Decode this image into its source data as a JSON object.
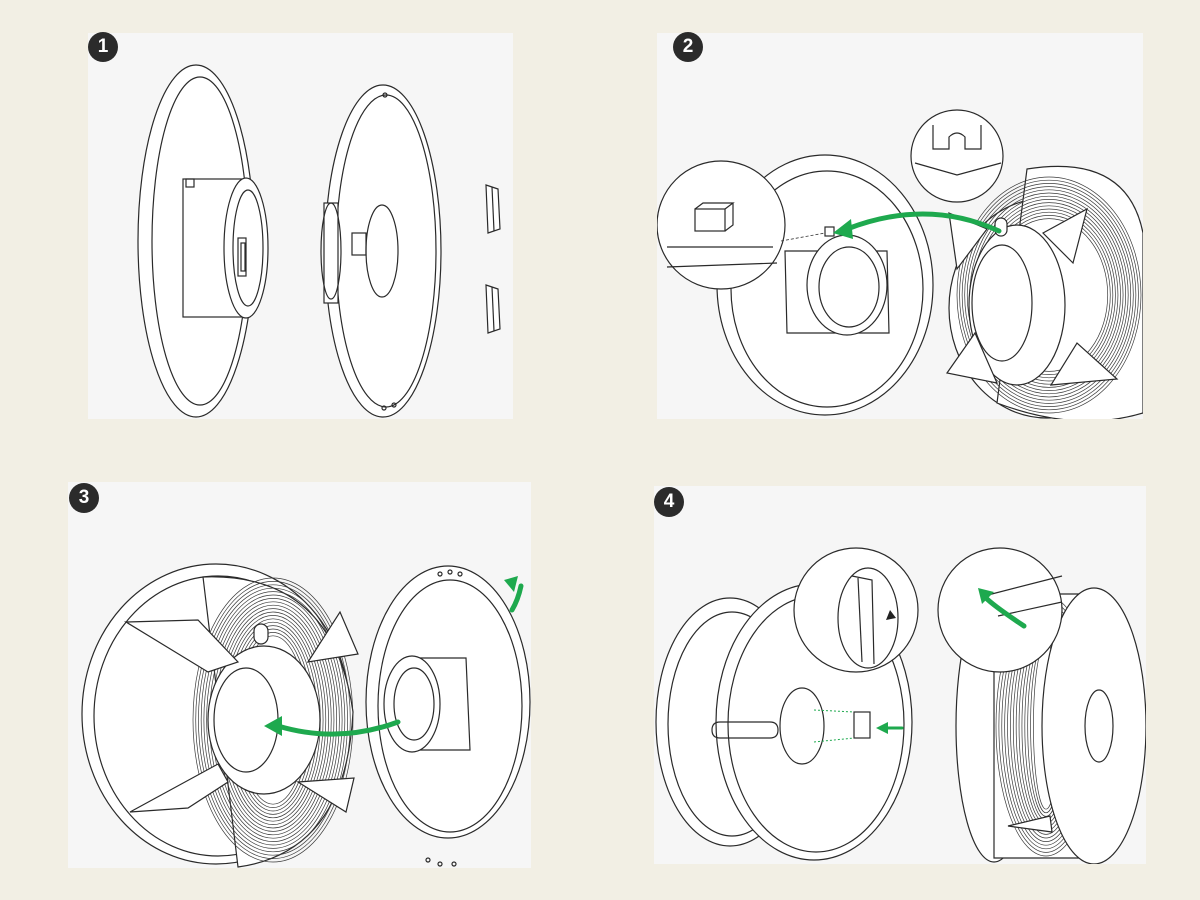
{
  "steps": [
    {
      "number": "1"
    },
    {
      "number": "2"
    },
    {
      "number": "3"
    },
    {
      "number": "4"
    }
  ],
  "colors": {
    "background": "#f2efe4",
    "panel": "#f6f6f6",
    "arrow": "#1ea94e",
    "badge": "#2b2b2b",
    "line": "#2a2a2a"
  },
  "icons": [
    "curved-arrow-icon",
    "straight-arrow-icon",
    "detail-magnifier-icon"
  ]
}
